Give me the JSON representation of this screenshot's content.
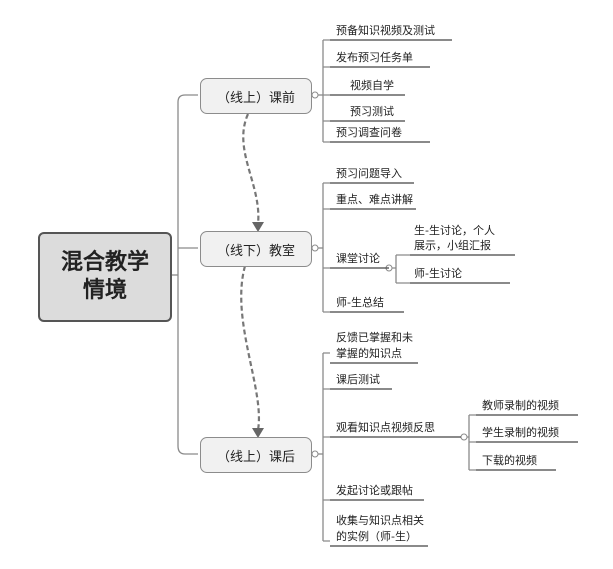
{
  "root": {
    "line1": "混合教学",
    "line2": "情境"
  },
  "branches": [
    {
      "label": "（线上）课前",
      "leaves": [
        "预备知识视频及测试",
        "发布预习任务单",
        "视频自学",
        "预习测试",
        "预习调查问卷"
      ]
    },
    {
      "label": "（线下）教室",
      "leaves": [
        "预习问题导入",
        "重点、难点讲解",
        "课堂讨论",
        "师-生总结"
      ],
      "discussion": {
        "line1": "生-生讨论，个人",
        "line2": "展示，小组汇报",
        "teacher": "师-生讨论"
      }
    },
    {
      "label": "（线上）课后",
      "leaves": [
        "反馈已掌握和未",
        "掌握的知识点",
        "课后测试",
        "观看知识点视频反思",
        "发起讨论或跟帖",
        "收集与知识点相关",
        "的实例（师-生）"
      ],
      "videos": [
        "教师录制的视频",
        "学生录制的视频",
        "下载的视频"
      ]
    }
  ],
  "colors": {
    "line": "#8a8a8a",
    "underline": "#444444",
    "root_fill": "#dcdcdc",
    "branch_fill": "#f1f1f1"
  }
}
